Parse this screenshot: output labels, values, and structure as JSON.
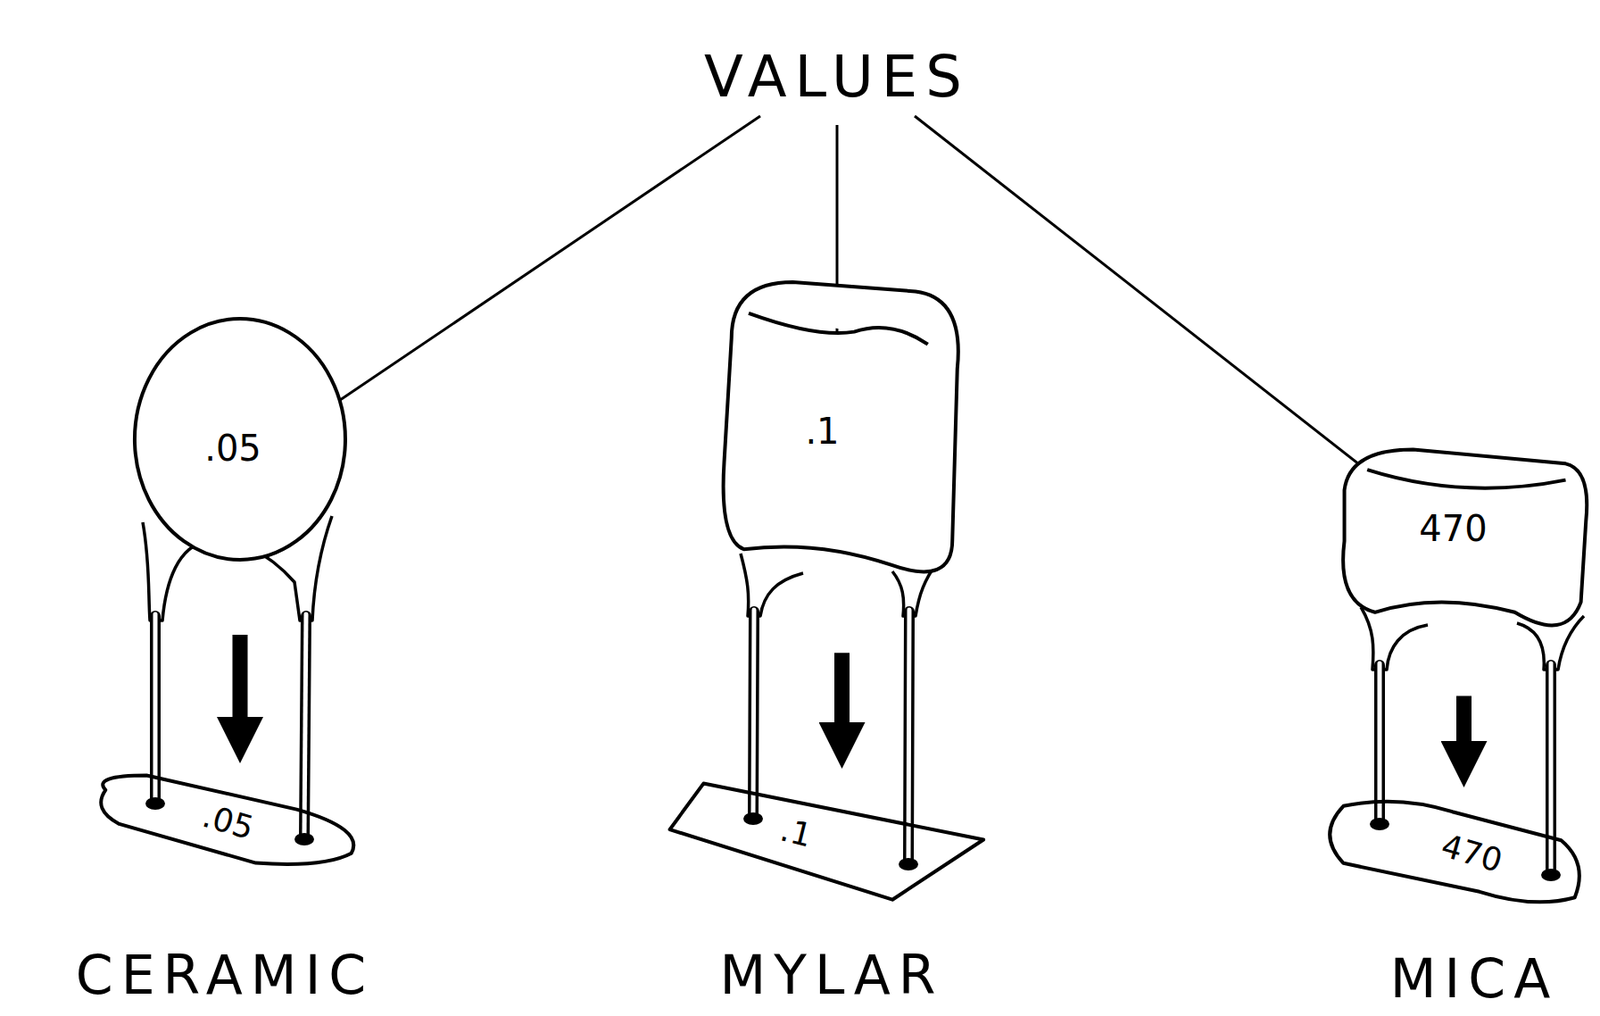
{
  "diagram": {
    "nodes": [
      {
        "text": [
          ".05"
        ]
      },
      {
        "text": [
          ".05"
        ]
      },
      {
        "text": [
          ".1"
        ]
      },
      {
        "text": [
          ".1"
        ]
      },
      {
        "text": [
          "470"
        ]
      },
      {
        "text": [
          "470"
        ]
      }
    ],
    "edges": [
      {
        "from": 0,
        "to": 1,
        "arrow": "to"
      },
      {
        "from": 2,
        "to": 3,
        "arrow": "to"
      },
      {
        "from": 4,
        "to": 5,
        "arrow": "to"
      }
    ],
    "labels": [
      "VALUES",
      "CERAMIC",
      "MYLAR",
      "MICA"
    ]
  }
}
